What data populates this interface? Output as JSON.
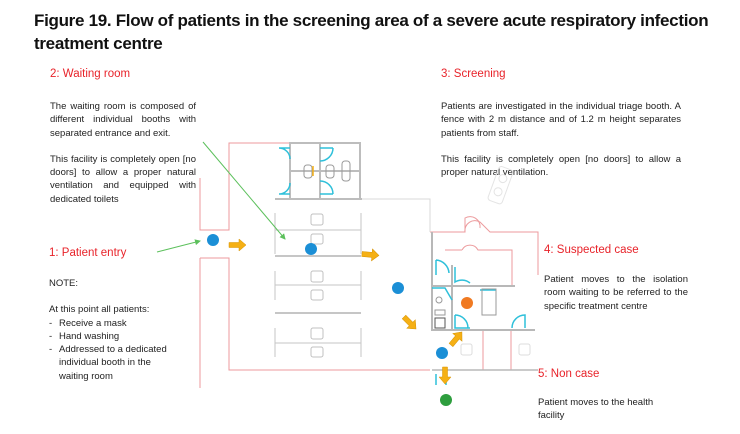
{
  "title": "Figure 19. Flow of patients in the screening area of a severe acute respiratory infection treatment centre",
  "steps": {
    "waiting_room": {
      "label": "2: Waiting room",
      "paragraphs": [
        "The waiting room is composed of different individual booths with separated entrance and exit.",
        "This facility is completely open [no doors] to allow a proper natural ventilation and equipped with dedicated toilets"
      ]
    },
    "patient_entry": {
      "label": "1: Patient entry",
      "note_heading": "NOTE:",
      "note_intro": "At this point all patients:",
      "note_items": [
        "Receive a mask",
        "Hand washing",
        "Addressed to a dedicated individual booth in the waiting room"
      ]
    },
    "screening": {
      "label": "3: Screening",
      "paragraphs": [
        "Patients are investigated in the individual triage booth. A fence with 2 m distance and of 1.2 m height separates patients from staff.",
        "This facility is completely open [no doors] to allow a proper natural ventilation."
      ]
    },
    "suspected_case": {
      "label": "4: Suspected case",
      "paragraphs": [
        "Patient moves to the isolation room waiting to be referred to the specific treatment centre"
      ]
    },
    "non_case": {
      "label": "5: Non case",
      "paragraphs": [
        "Patient moves to the health facility"
      ]
    }
  },
  "colors": {
    "label_red": "#e8232a",
    "patient_blue": "#1b8fd6",
    "suspected_orange": "#f07a22",
    "noncase_green": "#2e9e3e",
    "arrow_yellow": "#f5b015",
    "wall_red": "#ec9a9c",
    "wall_grey": "#bdbdbd",
    "door_cyan": "#2fc0da",
    "pointer_green": "#5cc05c"
  }
}
